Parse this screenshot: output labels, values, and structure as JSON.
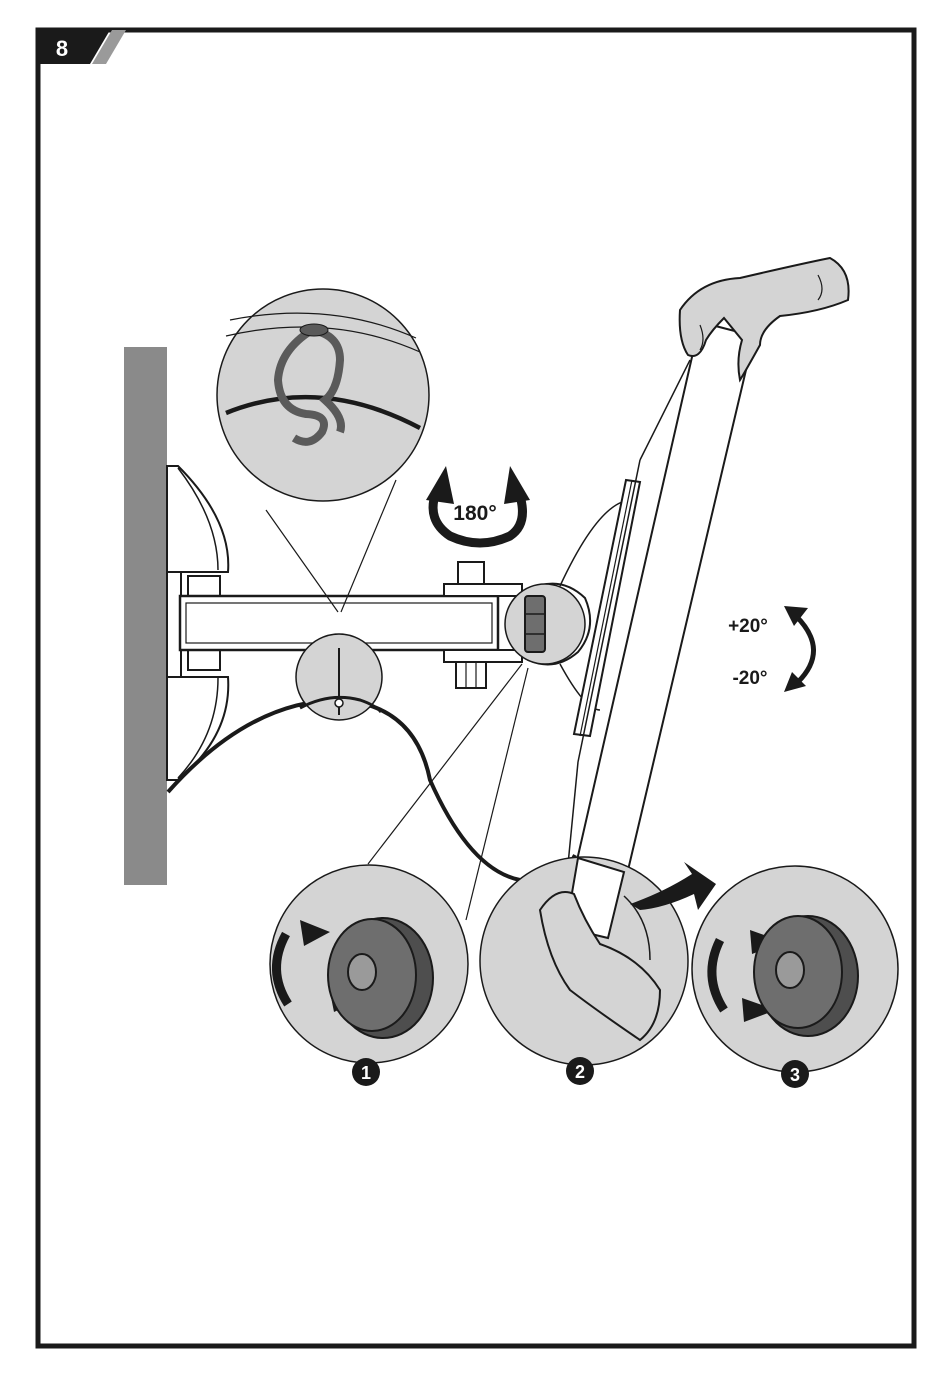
{
  "page": {
    "number": "8"
  },
  "labels": {
    "swivel": "180°",
    "tilt_up": "+20°",
    "tilt_down": "-20°"
  },
  "steps": [
    {
      "number": "1"
    },
    {
      "number": "2"
    },
    {
      "number": "3"
    }
  ],
  "icons": [
    "cable-clip-icon",
    "knob-loosen-icon",
    "hand-tilt-icon",
    "knob-tighten-icon",
    "swivel-arrow-icon",
    "tilt-arrow-icon"
  ],
  "colors": {
    "frame": "#1a1a1a",
    "wall": "#8a8a8a",
    "detail_fill": "#d4d4d4",
    "knob": "#6e6e6e"
  }
}
